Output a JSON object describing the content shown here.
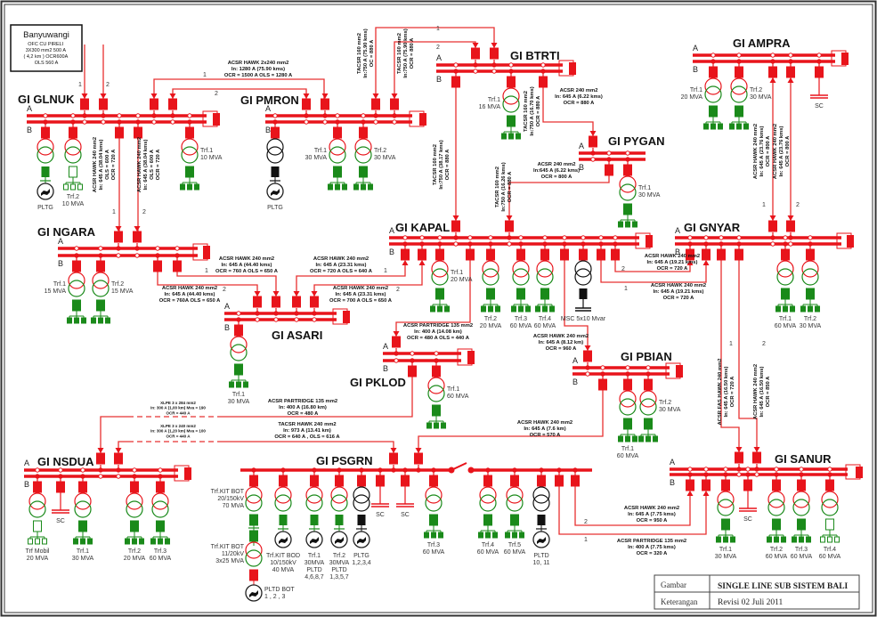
{
  "source_box": {
    "lines": [
      "Banyuwangi",
      "OFC CU PIRELI",
      "3X300 mm2 500 A",
      "( 4,2 km ) OCR600A",
      "OLS 560 A"
    ]
  },
  "colors": {
    "bus": "#e8141b",
    "line": "#e83030",
    "load": "#1a8a1a",
    "generator": "#111111"
  },
  "stations": [
    {
      "name": "GI GLNUK",
      "a": "A",
      "b": "B",
      "units": [
        [
          "PLTG"
        ],
        [
          "Trf.2",
          "10 MVA"
        ],
        [
          "Trf.1",
          "10 MVA"
        ]
      ]
    },
    {
      "name": "GI PMRON",
      "a": "A",
      "b": "B",
      "units": [
        [
          "PLTG"
        ],
        [
          "Trf.1",
          "30 MVA"
        ],
        [
          "Trf.2",
          "30 MVA"
        ]
      ]
    },
    {
      "name": "GI BTRTI",
      "a": "A",
      "b": "B",
      "units": [
        [
          "Trf.1",
          "16 MVA"
        ]
      ]
    },
    {
      "name": "GI AMPRA",
      "a": "A",
      "b": "B",
      "units": [
        [
          "Trf.1",
          "20 MVA"
        ],
        [
          "Trf.2",
          "30 MVA"
        ],
        [
          "SC"
        ]
      ]
    },
    {
      "name": "GI PYGAN",
      "a": "A",
      "b": "B",
      "units": [
        [
          "Trf.1",
          "30 MVA"
        ]
      ]
    },
    {
      "name": "GI NGARA",
      "a": "A",
      "b": "B",
      "units": [
        [
          "Trf.1",
          "15 MVA"
        ],
        [
          "Trf.2",
          "15 MVA"
        ]
      ]
    },
    {
      "name": "GI KAPAL",
      "a": "A",
      "b": "B",
      "units": [
        [
          "Trf.1",
          "20 MVA"
        ],
        [
          "Trf.2",
          "20 MVA"
        ],
        [
          "Trf.3",
          "60 MVA"
        ],
        [
          "Trf.4",
          "60 MVA"
        ],
        [
          "MSC 5x10 Mvar"
        ]
      ]
    },
    {
      "name": "GI GNYAR",
      "a": "A",
      "b": "B",
      "units": [
        [
          "Trf.1",
          "60 MVA"
        ],
        [
          "Trf.2",
          "30 MVA"
        ]
      ]
    },
    {
      "name": "GI ASARI",
      "a": "A",
      "b": "B",
      "units": [
        [
          "Trf.1",
          "30 MVA"
        ]
      ]
    },
    {
      "name": "GI PKLOD",
      "a": "A",
      "b": "B",
      "units": [
        [
          "Trf.1",
          "60 MVA"
        ]
      ]
    },
    {
      "name": "GI PBIAN",
      "a": "A",
      "b": "B",
      "units": [
        [
          "Trf.1",
          "60 MVA"
        ],
        [
          "Trf.2",
          "30 MVA"
        ]
      ]
    },
    {
      "name": "GI NSDUA",
      "a": "A",
      "b": "B",
      "units": [
        [
          "Trf Mobil",
          "20 MVA"
        ],
        [
          "SC"
        ],
        [
          "Trf.1",
          "30 MVA"
        ],
        [
          "Trf.2",
          "20 MVA"
        ],
        [
          "Trf.3",
          "60 MVA"
        ]
      ]
    },
    {
      "name": "GI PSGRN",
      "a": "",
      "b": "",
      "units": [
        [
          "Trf.KIT BOT",
          "20/150kV",
          "70 MVA"
        ],
        [
          "Trf.KIT BOD",
          "10/150kV",
          "40 MVA"
        ],
        [
          "Trf.1",
          "30MVA",
          "PLTD",
          "4,6,8,7"
        ],
        [
          "Trf.2",
          "30MVA",
          "PLTD",
          "1,3,5,7"
        ],
        [
          "PLTG",
          "1,2,3,4"
        ],
        [
          "SC"
        ],
        [
          "SC"
        ],
        [
          "Trf.3",
          "60 MVA"
        ],
        [
          "Trf.4",
          "60 MVA"
        ],
        [
          "Trf.5",
          "60 MVA"
        ],
        [
          "PLTD",
          "10, 11"
        ],
        [
          "Trf.KIT BOT",
          "11/20kV",
          "3x25 MVA"
        ],
        [
          "PLTD BOT",
          "1 , 2 , 3"
        ]
      ]
    },
    {
      "name": "GI SANUR",
      "a": "A",
      "b": "B",
      "units": [
        [
          "Trf.1",
          "30 MVA"
        ],
        [
          "SC"
        ],
        [
          "Trf.2",
          "60 MVA"
        ],
        [
          "Trf.3",
          "60 MVA"
        ],
        [
          "Trf.4",
          "60 MVA"
        ]
      ]
    }
  ],
  "line_labels": [
    [
      "ACSR HAWK 2x240 mm2",
      "In: 1280 A (75.90 kms)",
      "OCR = 1500 A OLS = 1280 A"
    ],
    [
      "ACSR HAWK 240 mm2",
      "In: 645 A (38.04 kms)",
      "OLS = 600 A",
      "OCR = 720 A"
    ],
    [
      "ACSR HAWK 240 mm2",
      "In: 645 A (38.04 kms)",
      "OLS = 600 A",
      "OCR = 720 A"
    ],
    [
      "TACSR 160 mm2",
      "In:750 A (75.90 kms)",
      "OC = 880 A"
    ],
    [
      "TACSR 160 mm2",
      "In:750 A (75.90 kms)",
      "OCR = 880 A"
    ],
    [
      "TACSR 160 mm2",
      "In:750 A (38.17 kms)",
      "OCR = 880 A"
    ],
    [
      "TACSR 160 mm2",
      "In:750 A (16.70 kms)",
      "OCR = 880 A"
    ],
    [
      "ACSR 240 mm2",
      "In: 645 A (6.22 kms)",
      "OCR = 880 A"
    ],
    [
      "ACSR 240 mm2",
      "In:645 A (6.22 kms)",
      "OCR = 800 A"
    ],
    [
      "TACSR 160 mm2",
      "In:750 A (16.26 kms)",
      "OCR = 880 A"
    ],
    [
      "ACSR HAWK 240 mm2",
      "In: 645 A (23.76 kms)",
      "OCR = 800 A"
    ],
    [
      "ACSR HAWK 240 mm2",
      "In: 645 A (23.76 kms)",
      "OCR = 800 A"
    ],
    [
      "ACSR HAWK 240 mm2",
      "In: 645 A (44.40 kms)",
      "OCR = 760 A OLS = 650 A"
    ],
    [
      "ACSR HAWK 240 mm2",
      "In: 645 A (44.40 kms)",
      "OCR = 760A OLS = 650 A"
    ],
    [
      "ACSR HAWK 240 mm2",
      "In: 645 A (23.31 kms)",
      "OCR = 720 A OLS = 640 A"
    ],
    [
      "ACSR HAWK 240 mm2",
      "In: 645 A (23.31 kms)",
      "OCR = 700 A OLS = 650 A"
    ],
    [
      "ACSR PARTRIDGE 135 mm2",
      "In: 400 A (14.08 km)",
      "OCR = 480 A OLS = 440 A"
    ],
    [
      "ACSR HAWK 240 mm2",
      "In: 645 A (8.12 km)",
      "OCR = 960 A"
    ],
    [
      "ACSR HAWK 240 mm2",
      "In: 645 A (19.21 kms)",
      "OCR = 720 A"
    ],
    [
      "ACSR HAWK 240 mm2",
      "In: 645 A (19.21 kms)",
      "OCR = 720 A"
    ],
    [
      "ACSR FAS HAWK 240 mm2",
      "In: 645 A (16.50 kms)",
      "OCR = 720 A"
    ],
    [
      "ACSR HAWK 240 mm2",
      "In: 645 A (16.50 kms)",
      "OCR = 850 A"
    ],
    [
      "ACSR PARTRIDGE 135 mm2",
      "In: 400 A (16.80 km)",
      "OCR = 480 A"
    ],
    [
      "XLPE 3 x 284 mm2",
      "In: 300 A (1,00 km) Mva = 190",
      "OCR = 440 A"
    ],
    [
      "XLPE 3 x 240 mm2",
      "In: 300 A (1,20 km) Mva = 100",
      "OCR = 440 A"
    ],
    [
      "TACSR HAWK 240 mm2",
      "In: 973 A (13.41 km)",
      "OCR = 640 A , OLS = 616 A"
    ],
    [
      "ACSR HAWK 240 mm2",
      "In: 645 A (7.6 km)",
      "OCR = 570 A"
    ],
    [
      "ACSR HAWK 240 mm2",
      "In: 645 A (7.75 kms)",
      "OCR = 950 A"
    ],
    [
      "ACSR PARTRIDGE 135 mm2",
      "In: 400 A (7.75 kms)",
      "OCR = 320 A"
    ]
  ],
  "circuit_numbers": [
    "1",
    "2",
    "1",
    "2",
    "1",
    "2",
    "1",
    "2",
    "1",
    "2",
    "1",
    "2",
    "2",
    "1",
    "1",
    "2",
    "1",
    "2",
    "2",
    "1"
  ],
  "title_block": {
    "drawing_label": "Gambar",
    "drawing_value": "SINGLE LINE SUB SISTEM BALI",
    "note_label": "Keterangan",
    "note_value": "Revisi 02 Juli 2011"
  }
}
